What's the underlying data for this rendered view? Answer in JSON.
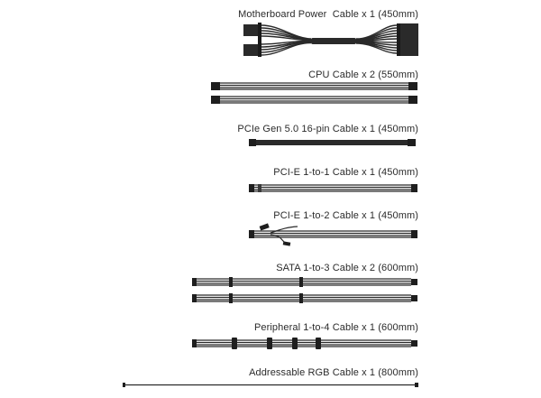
{
  "cables": [
    {
      "id": "motherboard",
      "label": "Motherboard Power  Cable x 1 (450mm)"
    },
    {
      "id": "cpu",
      "label": "CPU Cable x 2 (550mm)"
    },
    {
      "id": "pcie5",
      "label": "PCIe Gen 5.0 16-pin Cable x 1 (450mm)"
    },
    {
      "id": "pcie-1to1",
      "label": "PCI-E 1-to-1 Cable x 1 (450mm)"
    },
    {
      "id": "pcie-1to2",
      "label": "PCI-E 1-to-2 Cable x 1 (450mm)"
    },
    {
      "id": "sata",
      "label": "SATA 1-to-3 Cable x 2 (600mm)"
    },
    {
      "id": "peripheral",
      "label": "Peripheral 1-to-4 Cable x 1 (600mm)"
    },
    {
      "id": "rgb",
      "label": "Addressable RGB Cable x 1 (800mm)"
    }
  ],
  "colors": {
    "cable": "#2a2a2a",
    "cable_highlight": "#8a8a8a",
    "label": "#2b2b2b"
  }
}
